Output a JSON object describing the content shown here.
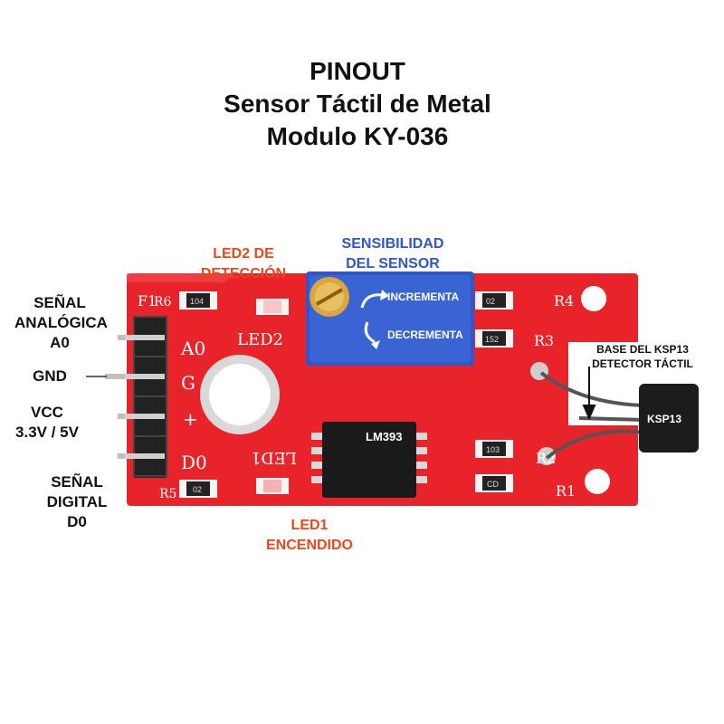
{
  "title": {
    "line1": "PINOUT",
    "line2": "Sensor Táctil de Metal",
    "line3": "Modulo KY-036"
  },
  "labels": {
    "analog_line1": "SEÑAL",
    "analog_line2": "ANALÓGICA",
    "analog_line3": "A0",
    "gnd": "GND",
    "vcc_line1": "VCC",
    "vcc_line2": "3.3V / 5V",
    "digital_line1": "SEÑAL",
    "digital_line2": "DIGITAL",
    "digital_line3": "D0",
    "led2_line1": "LED2 DE",
    "led2_line2": "DETECCIÓN",
    "sens_line1": "SENSIBILIDAD",
    "sens_line2": "DEL SENSOR",
    "increment": "INCREMENTA",
    "decrement": "DECREMENTA",
    "ksp_base_line1": "BASE DEL KSP13",
    "ksp_base_line2": "DETECTOR TÁCTIL",
    "ksp_body": "KSP13",
    "led1_line1": "LED1",
    "led1_line2": "ENCENDIDO",
    "chip": "LM393"
  },
  "silkscreen": {
    "a0": "A0",
    "g": "G",
    "plus": "+",
    "d0": "D0",
    "led2": "LED2",
    "led1": "LED1",
    "f1": "F1",
    "r6": "R6",
    "r5": "R5",
    "r4": "R4",
    "r3": "R3",
    "r2": "R2",
    "r1": "R1",
    "c104": "104",
    "c152": "152",
    "cd": "CD",
    "c103": "103",
    "c02": "02"
  },
  "colors": {
    "board": "#e8242a",
    "pot": "#2f57c9",
    "label_orange": "#e8481c",
    "label_blue": "#2e56c4"
  }
}
